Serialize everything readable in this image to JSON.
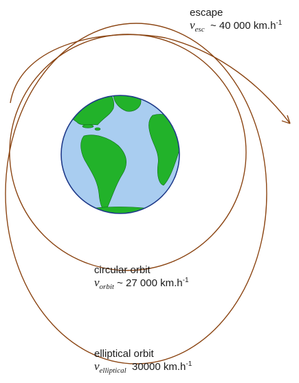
{
  "labels": {
    "escape": {
      "title": "escape",
      "symbol": "v",
      "subscript": "esc",
      "value": "~ 40 000 km.h",
      "exponent": "-1"
    },
    "circular": {
      "title": "circular orbit",
      "symbol": "v",
      "subscript": "orbit",
      "value": "~ 27 000 km.h",
      "exponent": "-1"
    },
    "elliptical": {
      "title": "elliptical orbit",
      "symbol": "v",
      "subscript": "elliptical",
      "value": "30000 km.h",
      "exponent": "-1"
    }
  },
  "colors": {
    "orbit_line": "#8b4513",
    "ocean": "#a9cdf0",
    "land": "#22b22a",
    "globe_outline": "#1f3a8a"
  },
  "icons": {
    "globe": "earth-globe-icon",
    "arrow": "arrowhead-icon"
  }
}
